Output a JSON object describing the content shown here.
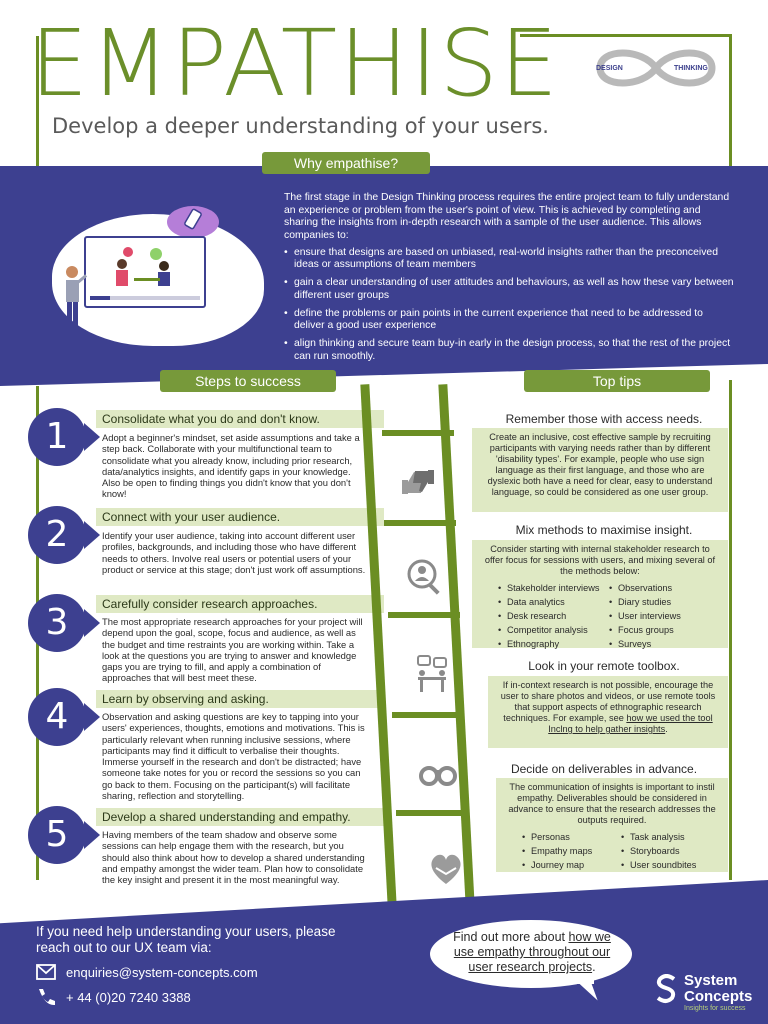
{
  "header": {
    "title": "EMPATHISE",
    "subtitle": "Develop a deeper understanding of your users.",
    "logo_left": "DESIGN",
    "logo_right": "THINKING"
  },
  "why": {
    "heading": "Why empathise?",
    "intro": "The first stage in the Design Thinking process requires the entire project team to fully understand an experience or problem from the user's point of view. This is achieved by completing and sharing the insights from in-depth research with a sample of the user audience. This allows companies to:",
    "bullets": [
      "ensure that designs are based on unbiased, real-world insights rather than the preconceived ideas or assumptions of team members",
      "gain a clear understanding of user attitudes and behaviours, as well as how these vary between different user groups",
      "define the problems or pain points in the current experience that need to be addressed to deliver a good user experience",
      "align thinking and secure team buy-in early in the design process, so that the rest of the project can run smoothly."
    ]
  },
  "steps_heading": "Steps to success",
  "tips_heading": "Top tips",
  "steps": [
    {
      "num": "1",
      "title": "Consolidate what you do and don't know.",
      "body": "Adopt a beginner's mindset, set aside assumptions and take a step back. Collaborate with your multifunctional team to consolidate what you already know, including prior research, data/analytics insights, and identify gaps in your knowledge. Also be open to finding things you didn't know that you don't know!"
    },
    {
      "num": "2",
      "title": "Connect with your user audience.",
      "body": "Identify your user audience, taking into account different user profiles, backgrounds, and including those who have different needs to others. Involve real users or potential users of your product or service at this stage; don't just work off assumptions."
    },
    {
      "num": "3",
      "title": "Carefully consider research approaches.",
      "body": "The most appropriate research approaches for your project will depend upon the goal, scope, focus and audience, as well as the budget and time restraints you are working within. Take a look at the questions you are trying to answer and knowledge gaps you are trying to fill, and apply a combination of approaches that will best meet these."
    },
    {
      "num": "4",
      "title": "Learn by observing and asking.",
      "body": "Observation and asking questions are key to tapping into your users' experiences, thoughts, emotions and motivations. This is particularly relevant when running inclusive sessions, where participants may find it difficult to verbalise their thoughts. Immerse yourself in the research and don't be distracted; have someone take notes for you or record the sessions so you can go back to them. Focusing on the participant(s) will facilitate sharing, reflection and storytelling."
    },
    {
      "num": "5",
      "title": "Develop a shared understanding and empathy.",
      "body": "Having members of the team shadow and observe some sessions can help engage them with the research, but you should also think about how to develop a shared understanding and empathy amongst the wider team. Plan how to consolidate the key insight and present it in the most meaningful way."
    }
  ],
  "tips": [
    {
      "title": "Remember those with access needs.",
      "body": "Create an inclusive, cost effective sample by recruiting participants with varying needs rather than by different 'disability types'. For example, people who use sign language as their first language, and those who are dyslexic both have a need for clear, easy to understand language, so could be considered as one user group."
    },
    {
      "title": "Mix methods to maximise insight.",
      "body": "Consider starting with internal stakeholder research to offer focus for sessions with users, and mixing several of the methods below:",
      "col1": [
        "Stakeholder interviews",
        "Data analytics",
        "Desk research",
        "Competitor analysis",
        "Ethnography"
      ],
      "col2": [
        "Observations",
        "Diary studies",
        "User interviews",
        "Focus groups",
        "Surveys"
      ]
    },
    {
      "title": "Look in your remote toolbox.",
      "body": "If in-context research is not possible, encourage the user to share photos and videos, or use remote tools that support aspects of ethnographic research techniques. For example, see",
      "link": "how we used the tool Inclng to help gather insights",
      "end": "."
    },
    {
      "title": "Decide on deliverables in advance.",
      "body": "The communication of insights is important to instil empathy. Deliverables should be considered in advance to ensure that the research addresses the outputs required.",
      "col1": [
        "Personas",
        "Empathy maps",
        "Journey map"
      ],
      "col2": [
        "Task analysis",
        "Storyboards",
        "User soundbites"
      ]
    }
  ],
  "footer": {
    "help": "If you need help understanding your users, please reach out to our UX team via:",
    "email": "enquiries@system-concepts.com",
    "phone": "+ 44 (0)20 7240 3388",
    "bubble_pre": "Find out more about",
    "bubble_link": "how we use empathy throughout our user research projects",
    "bubble_end": ".",
    "brand1": "System",
    "brand2": "Concepts",
    "tagline": "Insights for success"
  },
  "colors": {
    "navy": "#3d4090",
    "green": "#6b8e23",
    "pale_green": "#dfe9c4"
  }
}
